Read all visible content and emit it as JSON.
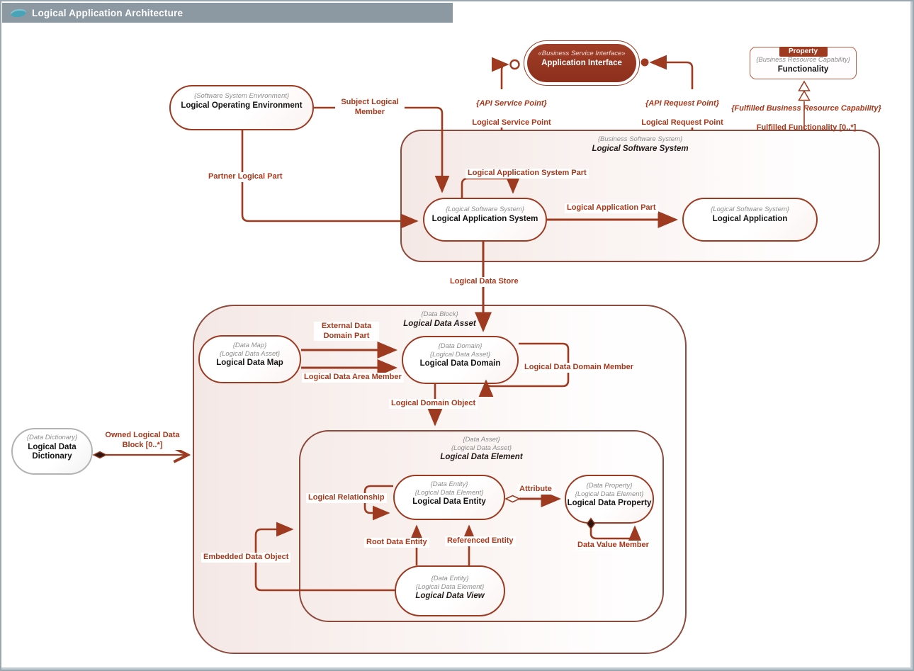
{
  "title_bar": {
    "title": "Logical Application Architecture",
    "icon": "diagram-tab-icon"
  },
  "palette": {
    "titlebar_bg": "#8c99a2",
    "page_border": "#9aa7af",
    "edge_red": "#9e3a1f",
    "container_border": "#8d4a3d",
    "label_red": "#a8381b",
    "stereotype_gray": "#8d8d8d",
    "dark_node_fill": "#963723",
    "icon_teal": "#4aa4b8",
    "container_fill": "#f4e8e5"
  },
  "nodes": {
    "logical_operating_environment": {
      "stereotypes": [
        "{Software System Environment}"
      ],
      "name": "Logical Operating Environment"
    },
    "application_interface": {
      "stereotypes": [
        "«Business Service Interface»"
      ],
      "name": "Application Interface"
    },
    "functionality": {
      "tab": "Property",
      "stereotypes": [
        "{Business Resource Capability}"
      ],
      "name": "Functionality"
    },
    "logical_software_system": {
      "stereotypes": [
        "{Business Software System}"
      ],
      "name": "Logical Software System"
    },
    "logical_application_system": {
      "stereotypes": [
        "{Logical Software System}"
      ],
      "name": "Logical Application System"
    },
    "logical_application": {
      "stereotypes": [
        "{Logical Software System}"
      ],
      "name": "Logical Application"
    },
    "logical_data_asset": {
      "stereotypes": [
        "{Data Block}"
      ],
      "name": "Logical Data Asset"
    },
    "logical_data_map": {
      "stereotypes": [
        "{Data Map}",
        "{Logical Data Asset}"
      ],
      "name": "Logical Data Map"
    },
    "logical_data_domain": {
      "stereotypes": [
        "{Data Domain}",
        "{Logical Data Asset}"
      ],
      "name": "Logical Data Domain"
    },
    "logical_data_element": {
      "stereotypes": [
        "{Data Asset}",
        "{Logical Data Asset}"
      ],
      "name": "Logical Data Element"
    },
    "logical_data_entity": {
      "stereotypes": [
        "{Data Entity}",
        "{Logical Data Element}"
      ],
      "name": "Logical Data Entity"
    },
    "logical_data_property": {
      "stereotypes": [
        "{Data Property}",
        "{Logical Data Element}"
      ],
      "name": "Logical Data Property"
    },
    "logical_data_view": {
      "stereotypes": [
        "{Data Entity}",
        "{Logical Data Element}"
      ],
      "name": "Logical Data View"
    },
    "logical_data_dictionary": {
      "stereotypes": [
        "{Data Dictionary}"
      ],
      "name": "Logical Data\nDictionary"
    }
  },
  "edge_labels": {
    "subject_logical_member": "Subject Logical\nMember",
    "partner_logical_part": "Partner Logical Part",
    "service_point": {
      "stereotype": "{API Service Point}",
      "name": "Logical Service Point"
    },
    "request_point": {
      "stereotype": "{API Request Point}",
      "name": "Logical Request Point"
    },
    "fulfilled_functionality": {
      "stereotype": "{Fulfilled Business Resource Capability}",
      "name": "Fulfilled Functionality [0..*]"
    },
    "logical_application_system_part": "Logical Application System Part",
    "logical_application_part": "Logical Application Part",
    "logical_data_store": "Logical Data Store",
    "external_data_domain_part": "External Data\nDomain Part",
    "logical_data_area_member": "Logical Data Area Member",
    "logical_data_domain_member": "Logical Data Domain Member",
    "logical_domain_object": "Logical Domain Object",
    "owned_logical_data_block": "Owned Logical  Data\nBlock [0..*]",
    "logical_relationship": "Logical Relationship",
    "attribute": "Attribute",
    "root_data_entity": "Root Data Entity",
    "referenced_entity": "Referenced Entity",
    "embedded_data_object": "Embedded Data Object",
    "data_value_member": "Data Value Member"
  }
}
